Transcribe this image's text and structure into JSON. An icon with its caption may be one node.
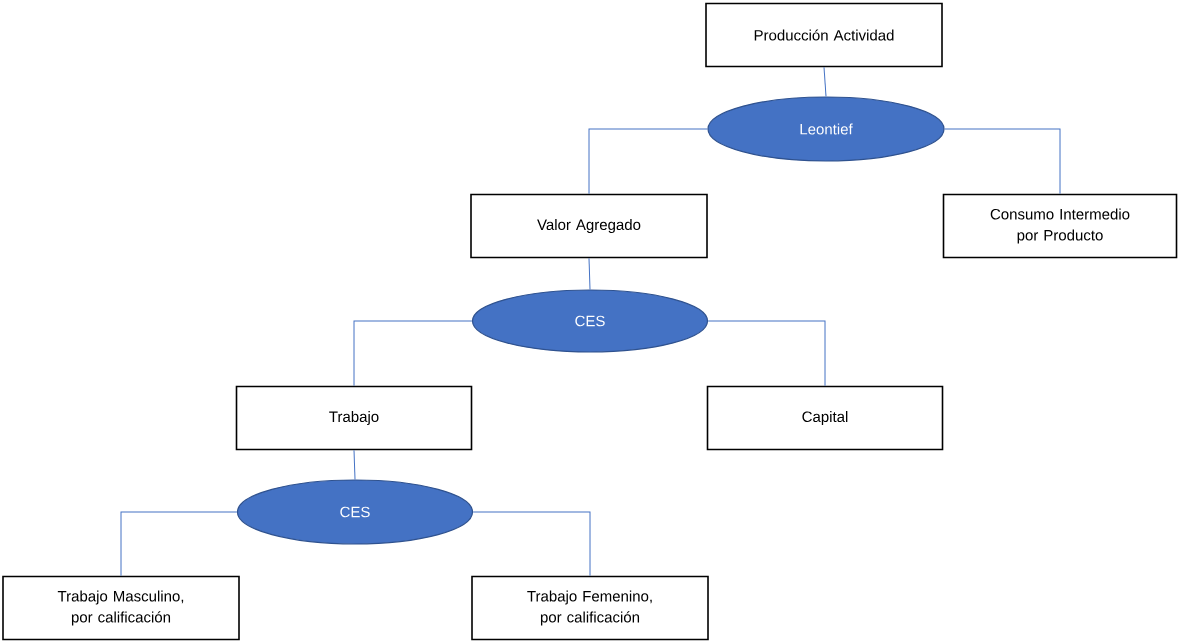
{
  "diagram": {
    "nodes": [
      {
        "text": [
          "Producción Actividad"
        ]
      },
      {
        "text": [
          "Leontief"
        ]
      },
      {
        "text": [
          "Valor Agregado"
        ]
      },
      {
        "text": [
          "Consumo Intermedio por Producto"
        ]
      },
      {
        "text": [
          "CES"
        ]
      },
      {
        "text": [
          "Trabajo"
        ]
      },
      {
        "text": [
          "Capital"
        ]
      },
      {
        "text": [
          "CES"
        ]
      },
      {
        "text": [
          "Trabajo Masculino, por calificación"
        ]
      },
      {
        "text": [
          "Trabajo Femenino, por calificación"
        ]
      }
    ],
    "edges": [
      {
        "from": 0,
        "to": 1,
        "arrow": "none"
      },
      {
        "from": 1,
        "to": 2,
        "arrow": "none"
      },
      {
        "from": 1,
        "to": 3,
        "arrow": "none"
      },
      {
        "from": 2,
        "to": 4,
        "arrow": "none"
      },
      {
        "from": 4,
        "to": 5,
        "arrow": "none"
      },
      {
        "from": 4,
        "to": 6,
        "arrow": "none"
      },
      {
        "from": 5,
        "to": 7,
        "arrow": "none"
      },
      {
        "from": 7,
        "to": 8,
        "arrow": "none"
      },
      {
        "from": 7,
        "to": 9,
        "arrow": "none"
      }
    ]
  }
}
